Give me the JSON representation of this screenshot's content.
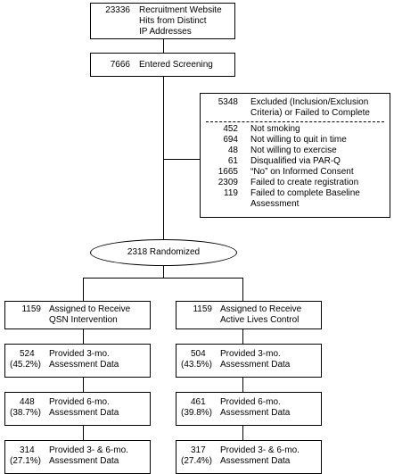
{
  "recruitment": {
    "count": "23336",
    "lines": [
      "Recruitment Website",
      "Hits from Distinct",
      "IP Addresses"
    ]
  },
  "screening": {
    "count": "7666",
    "label": "Entered Screening"
  },
  "excluded": {
    "count": "5348",
    "header": [
      "Excluded (Inclusion/Exclusion",
      "Criteria) or Failed to Complete"
    ],
    "reasons": [
      {
        "n": "452",
        "text": [
          "Not smoking"
        ]
      },
      {
        "n": "694",
        "text": [
          "Not willing to quit in time"
        ]
      },
      {
        "n": "48",
        "text": [
          "Not willing to exercise"
        ]
      },
      {
        "n": "61",
        "text": [
          "Disqualified via PAR-Q"
        ]
      },
      {
        "n": "1665",
        "text": [
          "“No” on Informed Consent"
        ]
      },
      {
        "n": "2309",
        "text": [
          "Failed to create registration"
        ]
      },
      {
        "n": "119",
        "text": [
          "Failed to complete Baseline",
          "Assessment"
        ]
      }
    ]
  },
  "randomized": {
    "label": "2318 Randomized"
  },
  "arms": [
    {
      "assigned": {
        "count": "1159",
        "lines": [
          "Assigned to Receive",
          "QSN Intervention"
        ]
      },
      "steps": [
        {
          "count": "524",
          "pct": "(45.2%)",
          "lines": [
            "Provided 3-mo.",
            "Assessment Data"
          ]
        },
        {
          "count": "448",
          "pct": "(38.7%)",
          "lines": [
            "Provided 6-mo.",
            "Assessment Data"
          ]
        },
        {
          "count": "314",
          "pct": "(27.1%)",
          "lines": [
            "Provided 3- & 6-mo.",
            "Assessment Data"
          ]
        }
      ]
    },
    {
      "assigned": {
        "count": "1159",
        "lines": [
          "Assigned to Receive",
          "Active Lives Control"
        ]
      },
      "steps": [
        {
          "count": "504",
          "pct": "(43.5%)",
          "lines": [
            "Provided 3-mo.",
            "Assessment Data"
          ]
        },
        {
          "count": "461",
          "pct": "(39.8%)",
          "lines": [
            "Provided 6-mo.",
            "Assessment Data"
          ]
        },
        {
          "count": "317",
          "pct": "(27.4%)",
          "lines": [
            "Provided 3- & 6-mo.",
            "Assessment Data"
          ]
        }
      ]
    }
  ]
}
